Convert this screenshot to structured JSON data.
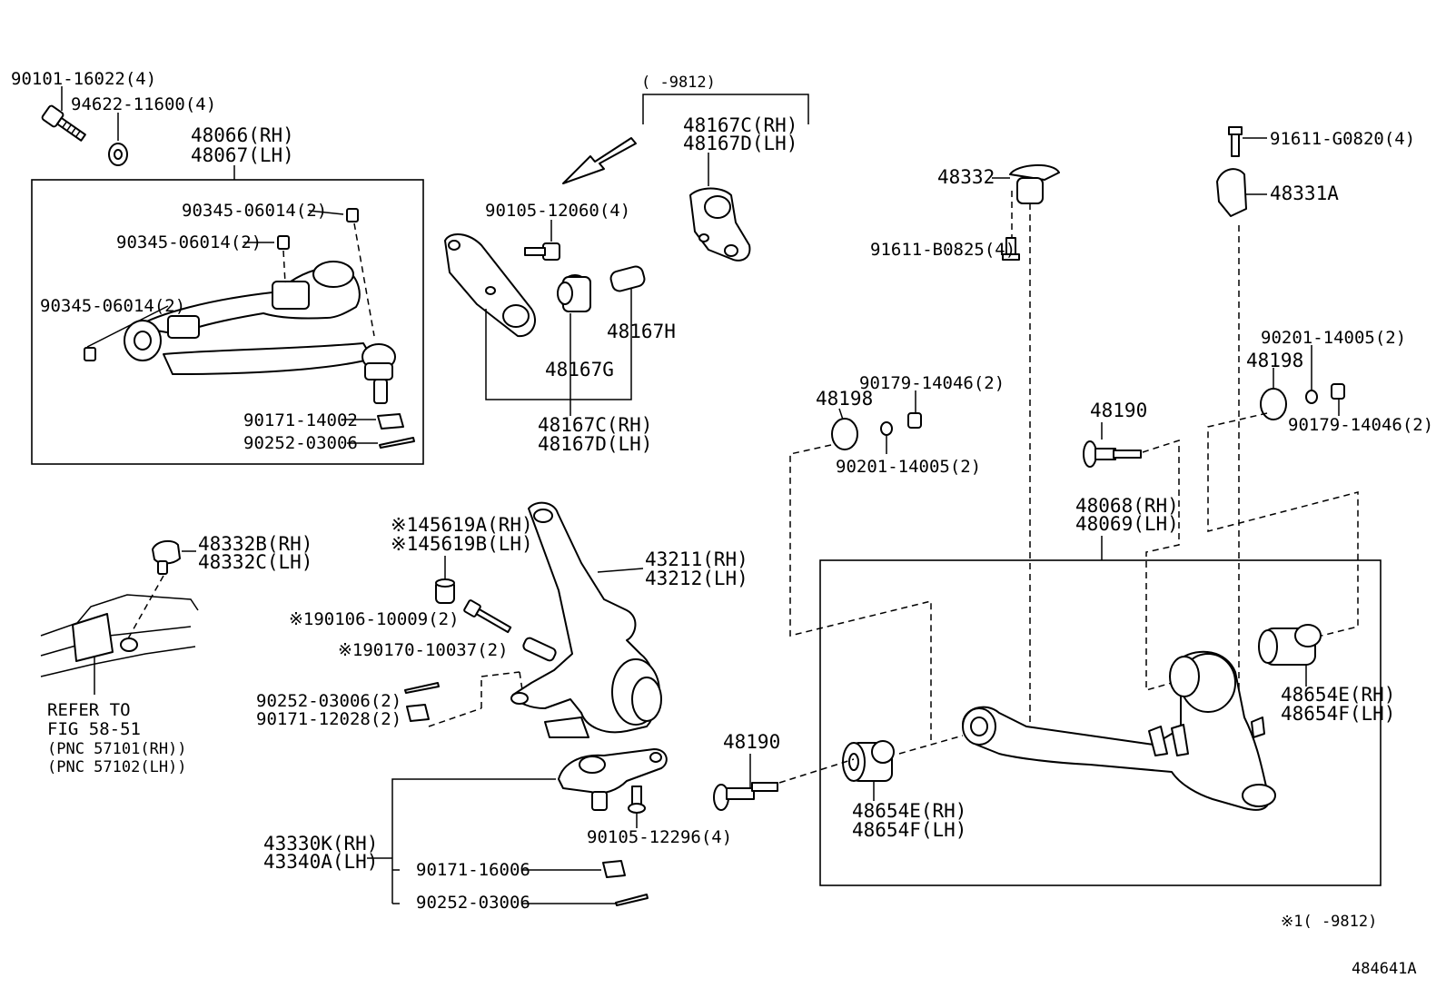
{
  "upper_arm_group": {
    "bolt": "90101-16022(4)",
    "washer": "94622-11600(4)",
    "arm_rh": "48066(RH)",
    "arm_lh": "48067(LH)",
    "plug_1": "90345-06014(2)",
    "plug_2": "90345-06014(2)",
    "plug_3": "90345-06014(2)",
    "nut": "90171-14002",
    "pin": "90252-03006"
  },
  "bracket_group": {
    "date_note": "(      -9812)",
    "bracket_rh_top": "48167C(RH)",
    "bracket_lh_top": "48167D(LH)",
    "bolt": "90105-12060(4)",
    "bushing_h": "48167H",
    "bushing_g": "48167G",
    "bracket_rh": "48167C(RH)",
    "bracket_lh": "48167D(LH)"
  },
  "bumper_group": {
    "stopper_rh": "48332B(RH)",
    "stopper_lh": "48332C(LH)",
    "refer_1": "REFER TO",
    "refer_2": "FIG 58-51",
    "pnc_rh": "(PNC 57101(RH))",
    "pnc_lh": "(PNC 57102(LH))"
  },
  "knuckle_group": {
    "cover_a": "※145619A(RH)",
    "cover_b": "※145619B(LH)",
    "bolt": "※190106-10009(2)",
    "collar": "※190170-10037(2)",
    "pin": "90252-03006(2)",
    "nut": "90171-12028(2)",
    "knuckle_rh": "43211(RH)",
    "knuckle_lh": "43212(LH)"
  },
  "ball_joint_group": {
    "joint_rh": "43330K(RH)",
    "joint_lh": "43340A(LH)",
    "bolt": "90105-12296(4)",
    "nut": "90171-16006",
    "pin": "90252-03006"
  },
  "lower_arm_group": {
    "stopper": "48332",
    "stopper_bolt": "91611-B0825(4)",
    "bracket_bolt": "91611-G0820(4)",
    "bracket": "48331A",
    "plate_l": "48198",
    "nut_l": "90179-14046(2)",
    "washer_l": "90201-14005(2)",
    "washer_r": "90201-14005(2)",
    "plate_r": "48198",
    "nut_r": "90179-14046(2)",
    "cam_bolt_top": "48190",
    "arm_rh": "48068(RH)",
    "arm_lh": "48069(LH)",
    "cam_bolt_bottom": "48190",
    "bush_front_rh": "48654E(RH)",
    "bush_front_lh": "48654F(LH)",
    "bush_rear_rh": "48654E(RH)",
    "bush_rear_lh": "48654F(LH)"
  },
  "footer": {
    "note": "※1(      -9812)",
    "figure_id": "484641A"
  }
}
